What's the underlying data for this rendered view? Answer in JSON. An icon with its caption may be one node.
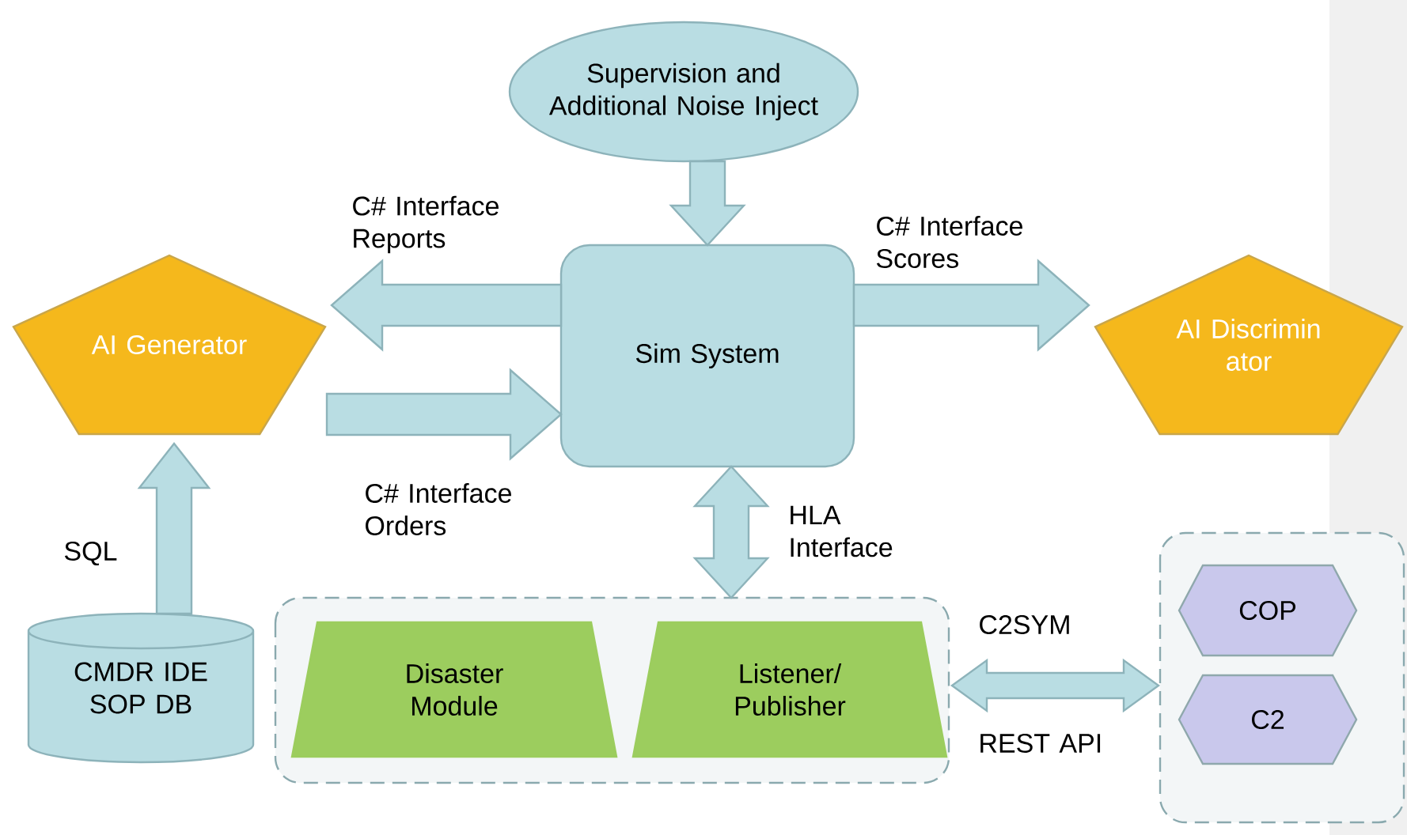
{
  "diagram": {
    "nodes": [
      {
        "text": [
          "Supervision and Additional Noise Inject"
        ]
      },
      {
        "text": [
          "Sim System"
        ]
      },
      {
        "text": [
          "AI Generator"
        ]
      },
      {
        "text": [
          "AI Discrimin ator"
        ]
      },
      {
        "text": [
          "CMDR IDE SOP DB"
        ]
      },
      {
        "text": [],
        "shape": "box"
      },
      {
        "text": [
          "Disaster Module"
        ],
        "in": 5
      },
      {
        "text": [
          "Listener/ Publisher"
        ],
        "in": 5
      },
      {
        "text": [],
        "shape": "box"
      },
      {
        "text": [
          "COP"
        ],
        "in": 8
      },
      {
        "text": [
          "C2"
        ],
        "in": 8
      }
    ],
    "edges": [
      {
        "from": 0,
        "to": 1,
        "arrow": "to"
      },
      {
        "from": 1,
        "to": 2,
        "arrow": "to",
        "label": "C# Interface Reports"
      },
      {
        "from": 2,
        "to": 1,
        "arrow": "to",
        "label": "C# Interface Orders"
      },
      {
        "from": 1,
        "to": 3,
        "arrow": "to",
        "label": "C# Interface Scores"
      },
      {
        "from": 4,
        "to": 2,
        "arrow": "to",
        "label": "SQL"
      },
      {
        "from": 1,
        "to": 5,
        "arrow": "both",
        "label": "HLA Interface"
      },
      {
        "from": 5,
        "to": 8,
        "arrow": "both",
        "label": "C2SYM"
      }
    ],
    "labels": [
      "REST API"
    ]
  }
}
